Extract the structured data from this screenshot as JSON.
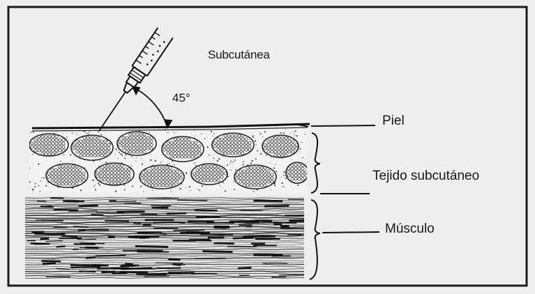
{
  "figure": {
    "frame_color": "#1a1a1a",
    "background_color": "#eeeeec",
    "ink_color": "#161616"
  },
  "labels": {
    "injection": "Subcutánea",
    "angle": "45°",
    "skin": "Piel",
    "subcutaneous_tissue": "Tejido subcutáneo",
    "muscle": "Músculo"
  },
  "icons": {
    "syringe": "syringe-icon"
  }
}
